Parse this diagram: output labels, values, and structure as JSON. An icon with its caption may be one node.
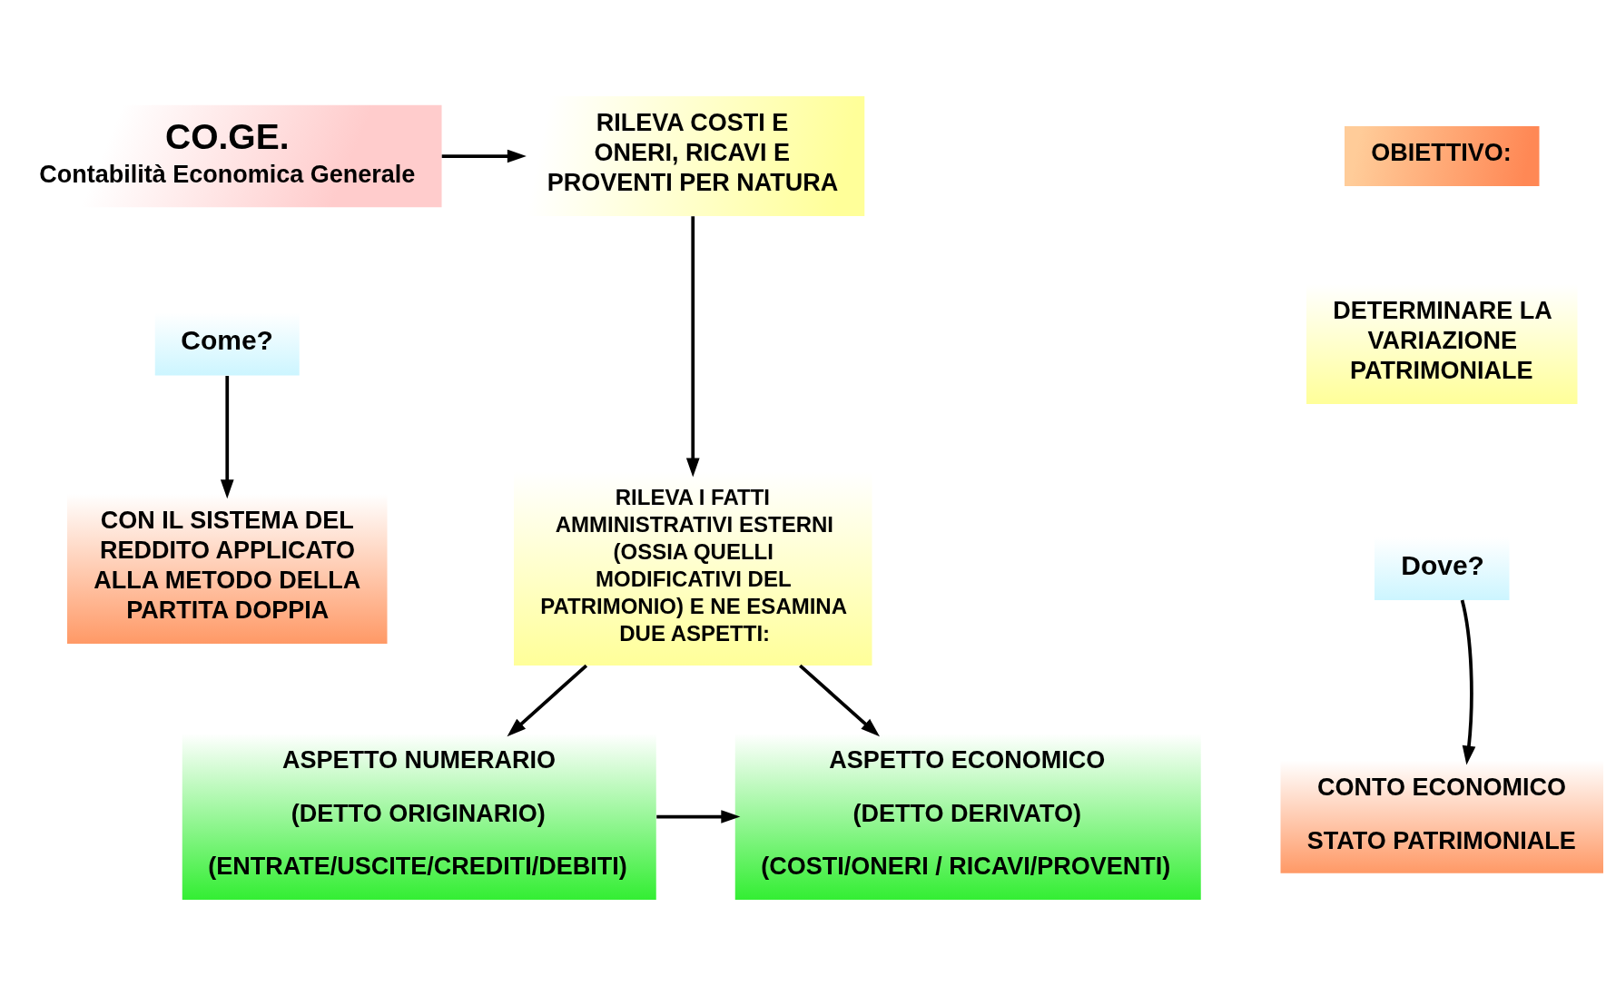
{
  "diagram": {
    "nodes": [
      {
        "text": [
          "CO.GE.",
          "Contabilità Economica Generale"
        ]
      },
      {
        "text": [
          "RILEVA COSTI E ONERI, RICAVI E PROVENTI PER NATURA"
        ]
      },
      {
        "text": [
          "OBIETTIVO:"
        ]
      },
      {
        "text": [
          "DETERMINARE LA VARIAZIONE PATRIMONIALE"
        ]
      },
      {
        "text": [
          "Come?"
        ]
      },
      {
        "text": [
          "Dove?"
        ]
      },
      {
        "text": [
          "CON IL SISTEMA DEL REDDITO APPLICATO ALLA METODO DELLA PARTITA DOPPIA"
        ]
      },
      {
        "text": [
          "RILEVA I FATTI AMMINISTRATIVI ESTERNI (OSSIA QUELLI MODIFICATIVI DEL PATRIMONIO) E NE ESAMINA DUE ASPETTI:"
        ]
      },
      {
        "text": [
          "CONTO ECONOMICO",
          "STATO PATRIMONIALE"
        ]
      },
      {
        "text": [
          "ASPETTO NUMERARIO",
          "(DETTO ORIGINARIO)",
          "(ENTRATE/USCITE/CREDITI/DEBITI)"
        ]
      },
      {
        "text": [
          "ASPETTO ECONOMICO",
          "(DETTO DERIVATO)",
          "(COSTI/ONERI / RICAVI/PROVENTI)"
        ]
      }
    ],
    "edges": [
      {
        "from": 0,
        "to": 1,
        "arrow": "to"
      },
      {
        "from": 1,
        "to": 7,
        "arrow": "to"
      },
      {
        "from": 4,
        "to": 6,
        "arrow": "to"
      },
      {
        "from": 5,
        "to": 8,
        "arrow": "to"
      },
      {
        "from": 7,
        "to": 9,
        "arrow": "to"
      },
      {
        "from": 7,
        "to": 10,
        "arrow": "to"
      },
      {
        "from": 9,
        "to": 10,
        "arrow": "to"
      }
    ]
  }
}
